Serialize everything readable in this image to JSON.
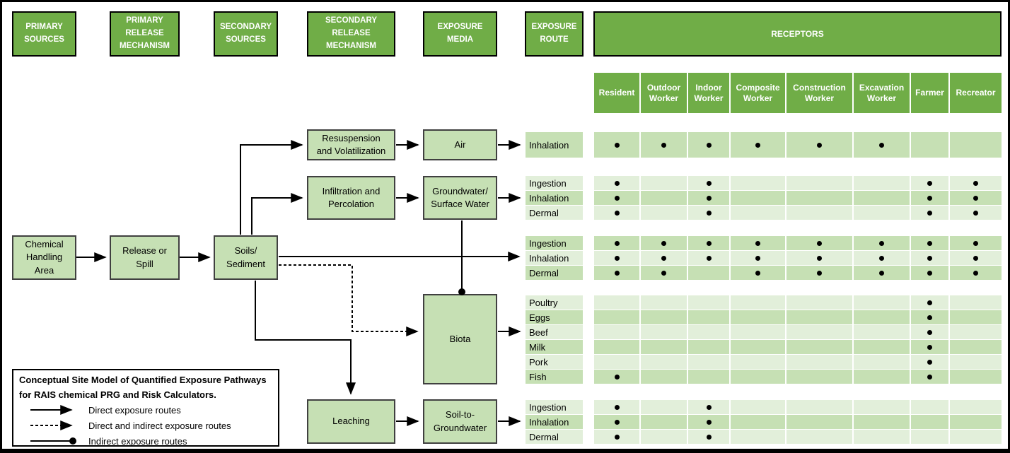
{
  "colors": {
    "header_green": "#70AD47",
    "box_green": "#C6E0B4",
    "row_light_green": "#E2EFDA",
    "dot_black": "#000000"
  },
  "stage_headers": {
    "primary_sources": "PRIMARY SOURCES",
    "primary_release_mechanism": "PRIMARY RELEASE MECHANISM",
    "secondary_sources": "SECONDARY SOURCES",
    "secondary_release_mechanism": "SECONDARY RELEASE MECHANISM",
    "exposure_media": "EXPOSURE MEDIA",
    "exposure_route": "EXPOSURE ROUTE",
    "receptors": "RECEPTORS"
  },
  "receptors": [
    "Resident",
    "Outdoor Worker",
    "Indoor Worker",
    "Composite Worker",
    "Construction Worker",
    "Excavation Worker",
    "Farmer",
    "Recreator"
  ],
  "flow_boxes": {
    "chemical_handling_area": "Chemical\nHandling\nArea",
    "release_or_spill": "Release or\nSpill",
    "soils_sediment": "Soils/\nSediment",
    "resuspension_volatilization": "Resuspension\nand Volatilization",
    "air": "Air",
    "infiltration_percolation": "Infiltration and\nPercolation",
    "groundwater_surface_water": "Groundwater/\nSurface Water",
    "biota": "Biota",
    "leaching": "Leaching",
    "soil_to_groundwater": "Soil-to-\nGroundwater"
  },
  "pathway_groups": [
    {
      "medium": "Air",
      "routes": [
        {
          "label": "Inhalation",
          "receptors": [
            1,
            1,
            1,
            1,
            1,
            1,
            0,
            0
          ]
        }
      ]
    },
    {
      "medium": "Groundwater/Surface Water",
      "routes": [
        {
          "label": "Ingestion",
          "receptors": [
            1,
            0,
            1,
            0,
            0,
            0,
            1,
            1
          ]
        },
        {
          "label": "Inhalation",
          "receptors": [
            1,
            0,
            1,
            0,
            0,
            0,
            1,
            1
          ]
        },
        {
          "label": "Dermal",
          "receptors": [
            1,
            0,
            1,
            0,
            0,
            0,
            1,
            1
          ]
        }
      ]
    },
    {
      "medium": "Soils/Sediment",
      "routes": [
        {
          "label": "Ingestion",
          "receptors": [
            1,
            1,
            1,
            1,
            1,
            1,
            1,
            1
          ]
        },
        {
          "label": "Inhalation",
          "receptors": [
            1,
            1,
            1,
            1,
            1,
            1,
            1,
            1
          ]
        },
        {
          "label": "Dermal",
          "receptors": [
            1,
            1,
            0,
            1,
            1,
            1,
            1,
            1
          ]
        }
      ]
    },
    {
      "medium": "Biota",
      "routes": [
        {
          "label": "Poultry",
          "receptors": [
            0,
            0,
            0,
            0,
            0,
            0,
            1,
            0
          ]
        },
        {
          "label": "Eggs",
          "receptors": [
            0,
            0,
            0,
            0,
            0,
            0,
            1,
            0
          ]
        },
        {
          "label": "Beef",
          "receptors": [
            0,
            0,
            0,
            0,
            0,
            0,
            1,
            0
          ]
        },
        {
          "label": "Milk",
          "receptors": [
            0,
            0,
            0,
            0,
            0,
            0,
            1,
            0
          ]
        },
        {
          "label": "Pork",
          "receptors": [
            0,
            0,
            0,
            0,
            0,
            0,
            1,
            0
          ]
        },
        {
          "label": "Fish",
          "receptors": [
            1,
            0,
            0,
            0,
            0,
            0,
            1,
            0
          ]
        }
      ]
    },
    {
      "medium": "Soil-to-Groundwater",
      "routes": [
        {
          "label": "Ingestion",
          "receptors": [
            1,
            0,
            1,
            0,
            0,
            0,
            0,
            0
          ]
        },
        {
          "label": "Inhalation",
          "receptors": [
            1,
            0,
            1,
            0,
            0,
            0,
            0,
            0
          ]
        },
        {
          "label": "Dermal",
          "receptors": [
            1,
            0,
            1,
            0,
            0,
            0,
            0,
            0
          ]
        }
      ]
    }
  ],
  "legend": {
    "title": "Conceptual Site Model of Quantified Exposure Pathways for RAIS chemical PRG and Risk Calculators.",
    "items": [
      {
        "symbol": "solid-arrow",
        "label": "Direct exposure routes"
      },
      {
        "symbol": "dashed-arrow",
        "label": "Direct and indirect exposure routes"
      },
      {
        "symbol": "line-dot",
        "label": "Indirect exposure routes"
      }
    ]
  }
}
